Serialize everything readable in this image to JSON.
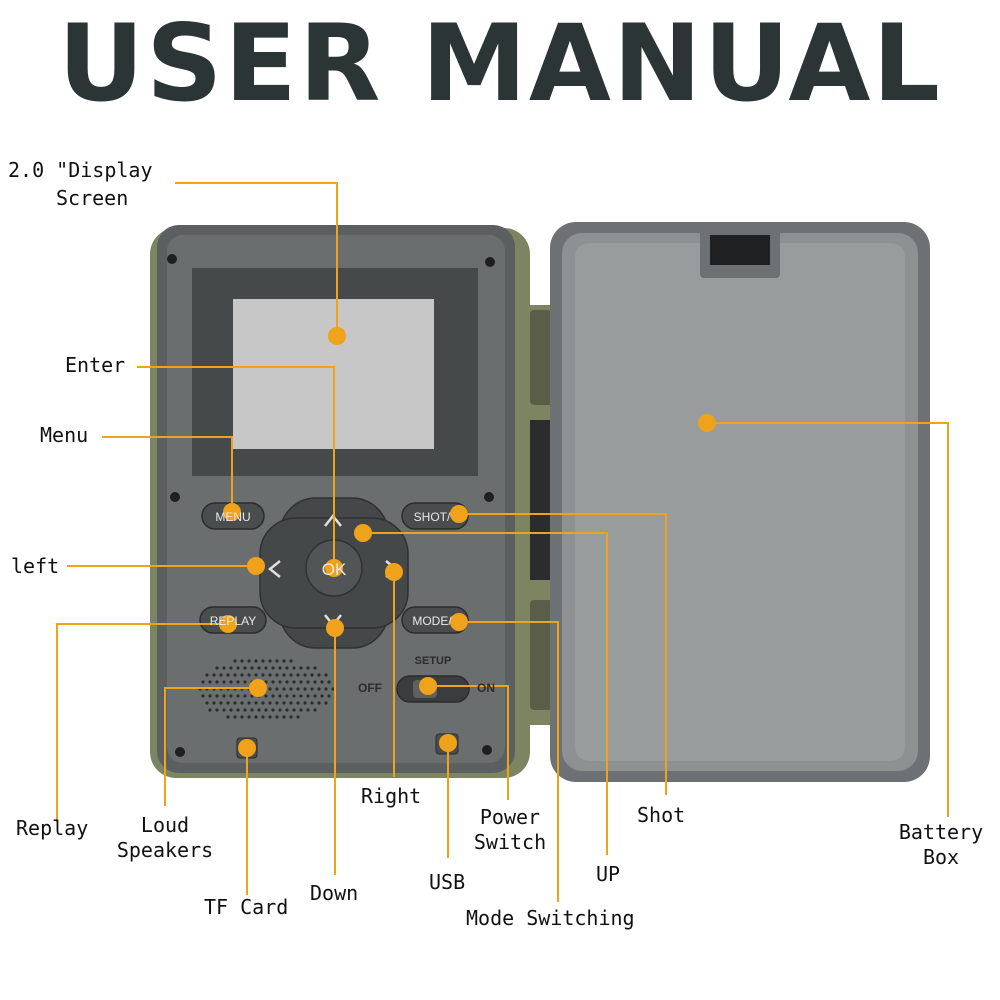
{
  "title": "USER MANUAL",
  "colors": {
    "title": "#2b3535",
    "callout": "#f0a21a",
    "camera_body": "#5c5f60",
    "panel": "#75797a",
    "screen_frame": "#46494a",
    "screen": "#c7c7c7",
    "door": "#8e9191",
    "housing_green": "#7d8462"
  },
  "camera": {
    "buttons": {
      "menu": "MENU",
      "shot": "SHOT/",
      "replay": "REPLAY",
      "mode": "MODE/",
      "ok": "OK"
    },
    "switch": {
      "setup": "SETUP",
      "off": "OFF",
      "on": "ON"
    }
  },
  "labels": {
    "display_line1": "2.0 \"Display",
    "display_line2": "Screen",
    "enter": "Enter",
    "menu": "Menu",
    "left": "left",
    "replay": "Replay",
    "loud_line1": "Loud",
    "loud_line2": "Speakers",
    "tf_card": "TF Card",
    "down": "Down",
    "right": "Right",
    "usb": "USB",
    "power_line1": "Power",
    "power_line2": "Switch",
    "mode_switching": "Mode Switching",
    "up": "UP",
    "shot": "Shot",
    "battery_line1": "Battery",
    "battery_line2": "Box"
  }
}
